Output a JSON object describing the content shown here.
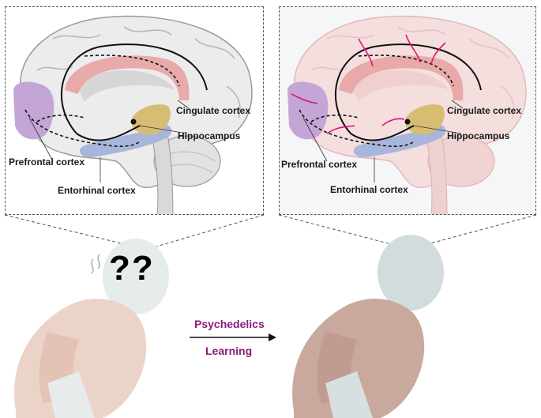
{
  "left_panel": {
    "labels": {
      "cingulate": "Cingulate cortex",
      "hippocampus": "Hippocampus",
      "prefrontal": "Prefrontal cortex",
      "entorhinal": "Entorhinal cortex"
    }
  },
  "right_panel": {
    "labels": {
      "cingulate": "Cingulate cortex",
      "hippocampus": "Hippocampus",
      "prefrontal": "Prefrontal cortex",
      "entorhinal": "Entorhinal cortex"
    }
  },
  "confusion_symbol": "??",
  "intervention": {
    "line1": "Psychedelics",
    "line2": "Learning"
  },
  "colors": {
    "cingulate": "#e8a3a3",
    "hippocampus": "#d6bd72",
    "prefrontal": "#c3a6d6",
    "entorhinal": "#a8b6dc",
    "new_connections": "#e0127a",
    "intervention_text": "#8a1a7a",
    "left_person_shirt": "#ecd3c8",
    "right_person_shirt": "#c9a89e"
  }
}
